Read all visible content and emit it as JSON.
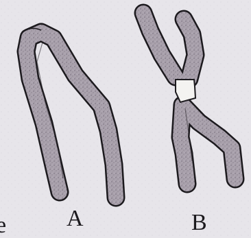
{
  "labels": {
    "a": "A",
    "b": "B",
    "edge": "e"
  },
  "colors": {
    "background": "#e7e5ea",
    "chromosome_fill": "#aaa2ad",
    "outline": "#1c1a1e",
    "centromere": "#f4f3f1"
  }
}
